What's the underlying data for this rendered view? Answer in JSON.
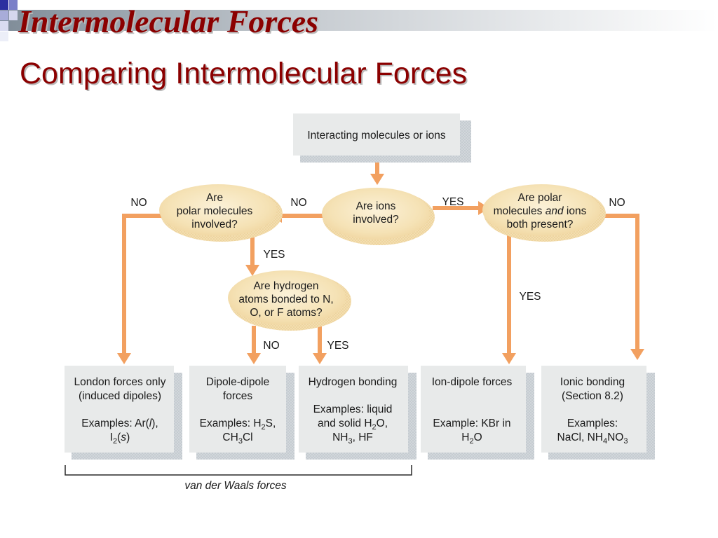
{
  "slide": {
    "title": "Intermolecular Forces",
    "subtitle": "Comparing Intermolecular Forces"
  },
  "colors": {
    "title": "#8b0000",
    "arrow": "#f2a060",
    "ellipse": "#f5e4bc",
    "box": "#e8eaea",
    "box_shadow": "#c9cfd4"
  },
  "flowchart": {
    "start": {
      "lines": [
        "Interacting molecules or ions"
      ]
    },
    "decision_ions": {
      "lines": [
        "Are ions",
        "involved?"
      ]
    },
    "decision_polar": {
      "lines": [
        "Are",
        "polar molecules",
        "involved?"
      ]
    },
    "decision_polar_ions": {
      "line1_pre": "Are polar",
      "line2_pre": "molecules ",
      "line2_italic": "and",
      "line2_post": " ions",
      "line3": "both present?"
    },
    "decision_hydrogen": {
      "lines": [
        "Are hydrogen",
        "atoms bonded to N,",
        "O, or F atoms?"
      ]
    },
    "labels": {
      "polar_no": "NO",
      "ions_no": "NO",
      "ions_yes": "YES",
      "polar_ions_no": "NO",
      "polar_yes": "YES",
      "polar_ions_yes": "YES",
      "hydrogen_no": "NO",
      "hydrogen_yes": "YES"
    },
    "results": {
      "london": {
        "title": [
          "London forces only",
          "(induced dipoles)"
        ],
        "ex_pre": "Examples: Ar(",
        "ex_ital": "l",
        "ex_post": "),",
        "ex2_a": "I",
        "ex2_sub": "2",
        "ex2_b": "(",
        "ex2_ital": "s",
        "ex2_c": ")"
      },
      "dipole": {
        "title": [
          "Dipole-dipole",
          "forces"
        ],
        "ex1_a": "Examples: H",
        "ex1_sub": "2",
        "ex1_b": "S,",
        "ex2_a": "CH",
        "ex2_sub": "3",
        "ex2_b": "Cl"
      },
      "hbond": {
        "title": [
          "Hydrogen bonding"
        ],
        "ex1": "Examples: liquid",
        "ex2_a": "and solid H",
        "ex2_sub": "2",
        "ex2_b": "O,",
        "ex3_a": "NH",
        "ex3_sub": "3",
        "ex3_b": ", HF"
      },
      "iondipole": {
        "title": [
          "Ion-dipole forces"
        ],
        "ex1": "Example: KBr in",
        "ex2_a": "H",
        "ex2_sub": "2",
        "ex2_b": "O"
      },
      "ionic": {
        "title": [
          "Ionic bonding",
          "(Section 8.2)"
        ],
        "ex1": "Examples:",
        "ex2_a": "NaCl, NH",
        "ex2_sub": "4",
        "ex2_b": "NO",
        "ex2_sub2": "3"
      }
    },
    "bracket_label": "van der Waals forces"
  }
}
